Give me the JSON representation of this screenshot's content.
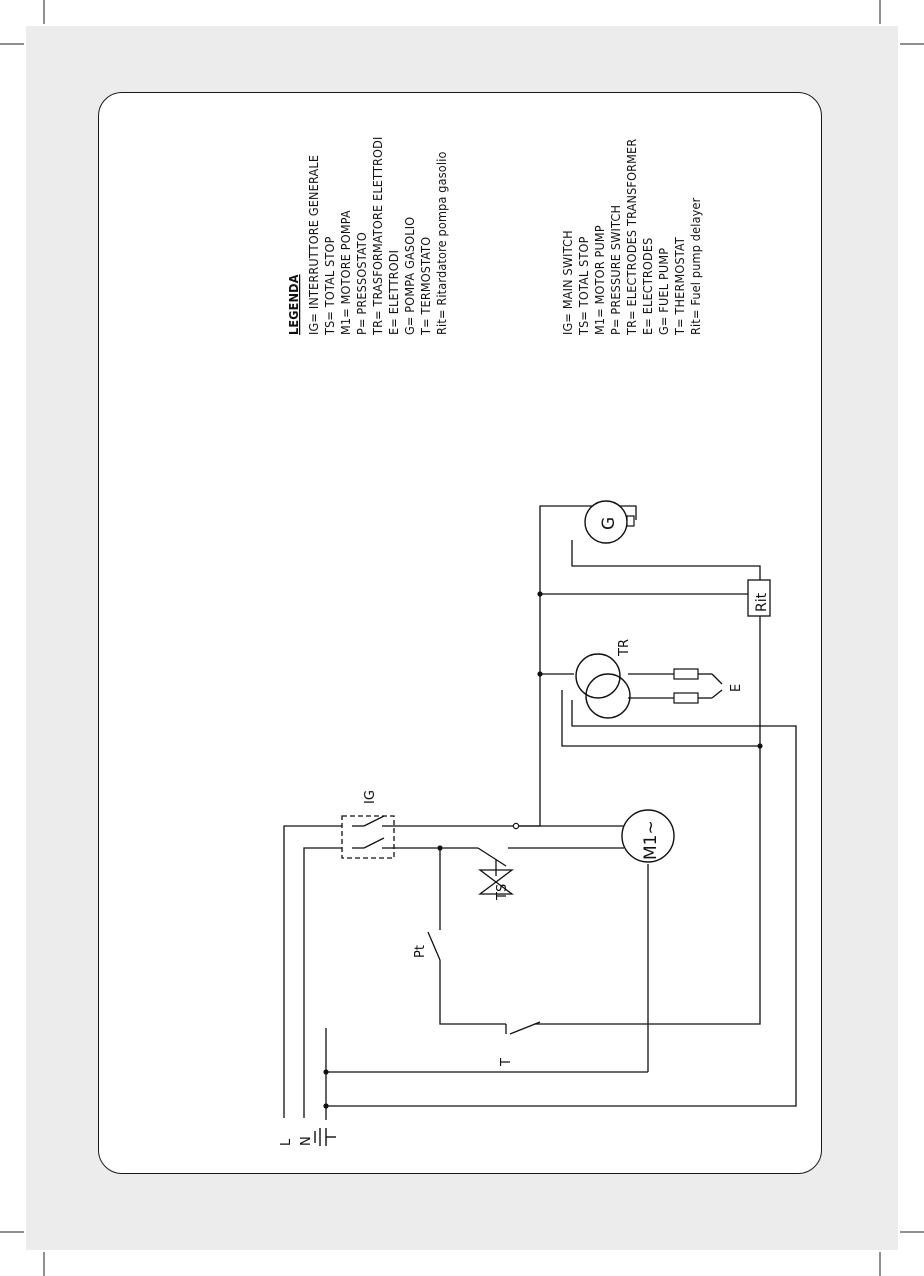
{
  "legend_it": {
    "title": "LEGENDA",
    "items": [
      "IG= INTERRUTTORE GENERALE",
      "TS= TOTAL STOP",
      "M1= MOTORE POMPA",
      "P= PRESSOSTATO",
      "TR= TRASFORMATORE ELETTRODI",
      "E= ELETTRODI",
      "G= POMPA GASOLIO",
      "T= TERMOSTATO",
      "Rit= Ritardatore pompa gasolio"
    ]
  },
  "legend_en": {
    "items": [
      "IG= MAIN SWITCH",
      "TS= TOTAL STOP",
      "M1= MOTOR PUMP",
      "P= PRESSURE SWITCH",
      "TR= ELECTRODES TRANSFORMER",
      "E= ELECTRODES",
      "G= FUEL PUMP",
      "T= THERMOSTAT",
      "Rit= Fuel pump delayer"
    ]
  },
  "labels": {
    "line": "L",
    "neutral": "N",
    "ig": "IG",
    "ts": "TS",
    "pt": "Pt",
    "t": "T",
    "motor": "M1~",
    "tr": "TR",
    "electrodes": "E",
    "fuel_pump": "G",
    "rit": "Rit"
  }
}
